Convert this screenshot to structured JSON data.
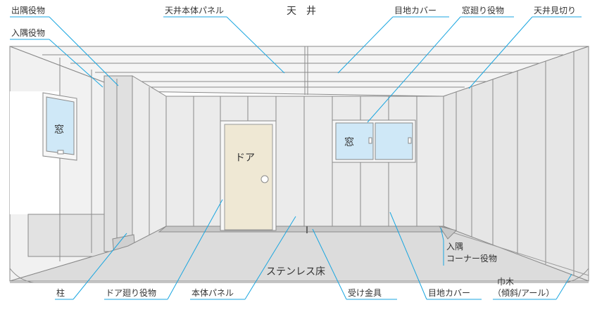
{
  "labels": {
    "demizumi": "出隅役物",
    "irizumi": "入隅役物",
    "tenjou_panel": "天井本体パネル",
    "tenjou": "天　井",
    "mejicover_top": "目地カバー",
    "madomawari": "窓廻り役物",
    "mikiri": "天井見切り",
    "mado_left": "窓",
    "mado_right": "窓",
    "door": "ドア",
    "irizumi_corner_1": "入隅",
    "irizumi_corner_2": "コーナー役物",
    "floor": "ステンレス床",
    "habaki_1": "巾木",
    "habaki_2": "（傾斜/アール）",
    "hashira": "柱",
    "door_mawari": "ドア廻り役物",
    "hontai_panel": "本体パネル",
    "ukekanagu": "受け金具",
    "mejicover_bottom": "目地カバー"
  },
  "colors": {
    "leader": "#1aa6e0",
    "wall": "#eeeeee",
    "floor": "#d8d8d8",
    "door": "#efe8d4",
    "glass": "#cfe8f7"
  }
}
